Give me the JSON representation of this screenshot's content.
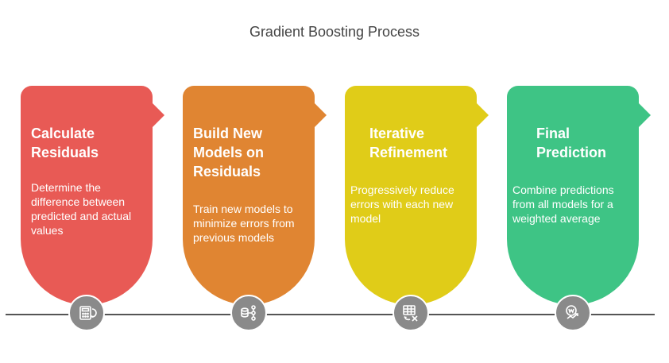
{
  "title": "Gradient Boosting Process",
  "steps": [
    {
      "title": "Calculate Residuals",
      "title_lines": [
        "Calculate",
        "Residuals"
      ],
      "description": "Determine the difference between predicted and actual values",
      "color": "#e85a55",
      "icon": "calculator-icon"
    },
    {
      "title": "Build New Models on Residuals",
      "title_lines": [
        "Build New",
        "Models on",
        "Residuals"
      ],
      "description": "Train new models to minimize errors from previous models",
      "color": "#e08532",
      "icon": "model-stack-icon"
    },
    {
      "title": "Iterative Refinement",
      "title_lines": [
        "Iterative",
        "Refinement"
      ],
      "description": "Progressively reduce errors with each new model",
      "color": "#e0cc18",
      "icon": "refresh-table-icon"
    },
    {
      "title": "Final Prediction",
      "title_lines": [
        "Final",
        "Prediction"
      ],
      "description": "Combine predictions from all models for a weighted average",
      "color": "#3ec485",
      "icon": "weighted-chart-icon"
    }
  ]
}
